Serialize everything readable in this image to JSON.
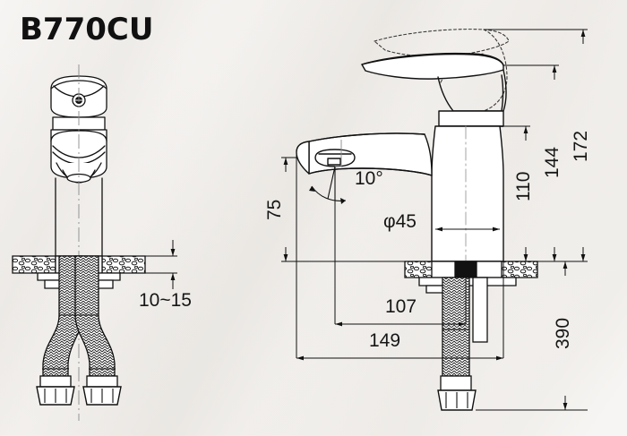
{
  "drawing": {
    "title": "B770CU",
    "product": "single-lever basin mixer faucet",
    "views": [
      {
        "name": "front-view",
        "position": "left"
      },
      {
        "name": "side-view",
        "position": "right"
      }
    ],
    "line_color": "#111111",
    "background_color": "#f6f4f2"
  },
  "dimensions": {
    "thickness_range": "10~15",
    "spout_height": "75",
    "spout_angle": "10°",
    "base_diameter": "φ45",
    "body_height": "110",
    "handle_height_closed": "144",
    "handle_height_open": "172",
    "hose_length": "390",
    "spout_reach": "107",
    "overall_depth": "149"
  },
  "labels": {
    "thickness_range": "10~15",
    "spout_height": "75",
    "spout_angle": "10°",
    "base_diameter": "φ45",
    "body_height": "110",
    "handle_height_closed": "144",
    "handle_height_open": "172",
    "hose_length": "390",
    "spout_reach": "107",
    "overall_depth": "149"
  }
}
